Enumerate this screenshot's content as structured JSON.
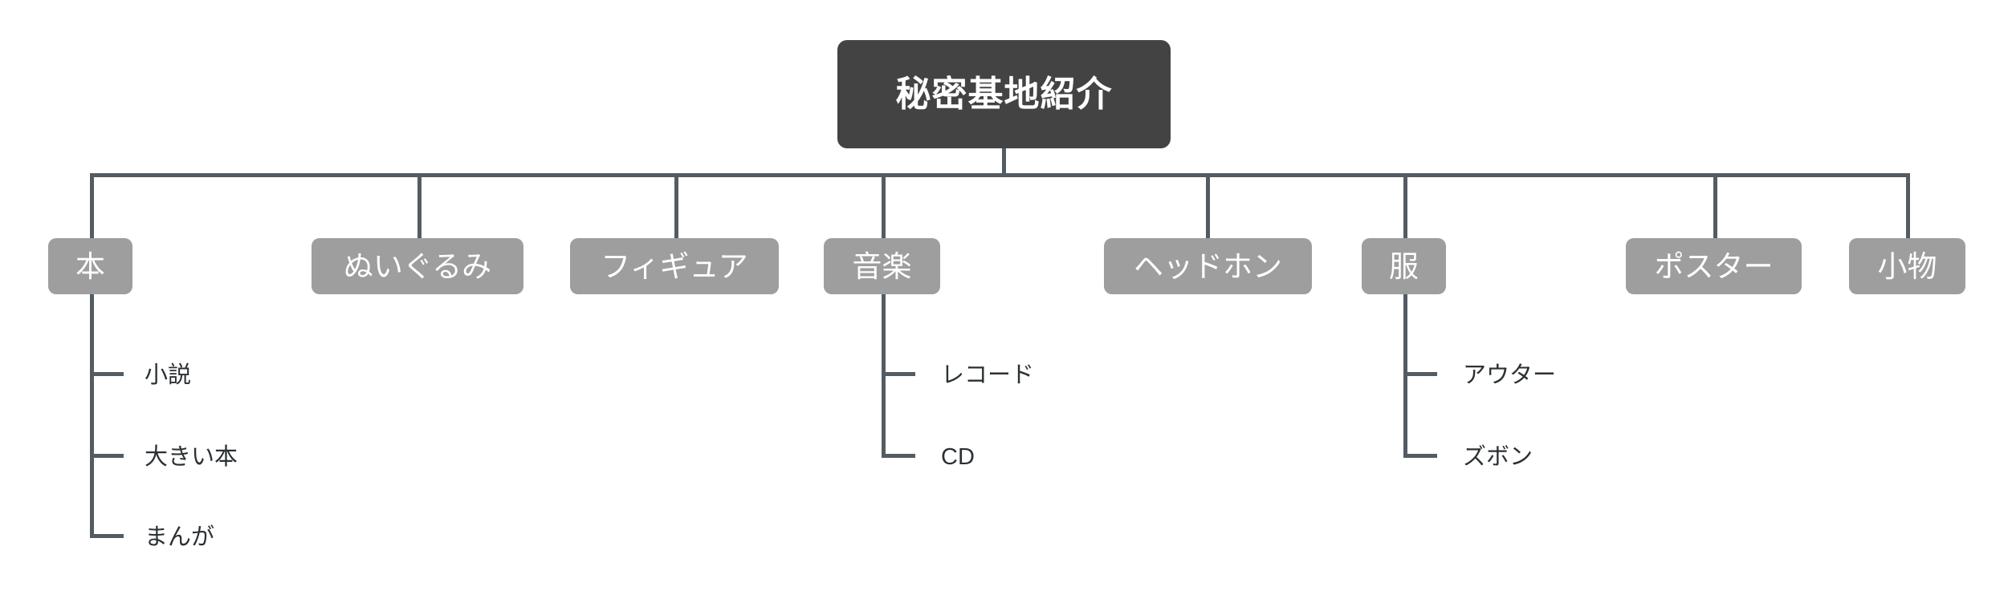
{
  "diagram": {
    "type": "organization-tree",
    "orientation": "top-down",
    "background_color": "#ffffff",
    "line_color": "#535c62",
    "root_color": "#434343",
    "category_color": "#9e9e9e",
    "leaf_text_color": "#2b3033",
    "root": {
      "label": "秘密基地紹介"
    },
    "categories": [
      {
        "id": "hon",
        "label": "本",
        "children": [
          {
            "label": "小説"
          },
          {
            "label": "大きい本"
          },
          {
            "label": "まんが"
          }
        ]
      },
      {
        "id": "nuigurumi",
        "label": "ぬいぐるみ",
        "children": []
      },
      {
        "id": "figure",
        "label": "フィギュア",
        "children": []
      },
      {
        "id": "ongaku",
        "label": "音楽",
        "children": [
          {
            "label": "レコード"
          },
          {
            "label": "CD"
          }
        ]
      },
      {
        "id": "headphone",
        "label": "ヘッドホン",
        "children": []
      },
      {
        "id": "fuku",
        "label": "服",
        "children": [
          {
            "label": "アウター"
          },
          {
            "label": "ズボン"
          }
        ]
      },
      {
        "id": "poster",
        "label": "ポスター",
        "children": []
      },
      {
        "id": "komono",
        "label": "小物",
        "children": []
      }
    ]
  }
}
